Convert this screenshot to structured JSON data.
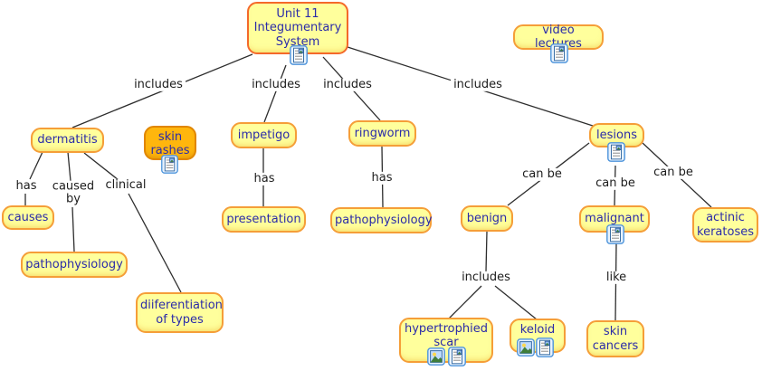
{
  "map": {
    "colors": {
      "node_fill": "#ffff9c",
      "node_border": "#f59e38",
      "root_border": "#f4692a",
      "highlight_fill": "#ffb60d",
      "highlight_border": "#e08600",
      "node_text": "#2b2ba8",
      "edge_line": "#2d2d2d",
      "label_text": "#1c1c1c",
      "icon_frame": "#4d94db"
    },
    "nodes": [
      {
        "id": "unit-11",
        "label": "Unit 11 Integumentary System",
        "icons": [
          "text-resource-icon"
        ]
      },
      {
        "id": "video-lectures",
        "label": "video lectures",
        "icons": [
          "text-resource-icon"
        ]
      },
      {
        "id": "dermatitis",
        "label": "dermatitis",
        "icons": []
      },
      {
        "id": "skin-rashes",
        "label": "skin rashes",
        "icons": [
          "text-resource-icon"
        ]
      },
      {
        "id": "impetigo",
        "label": "impetigo",
        "icons": []
      },
      {
        "id": "ringworm",
        "label": "ringworm",
        "icons": []
      },
      {
        "id": "lesions",
        "label": "lesions",
        "icons": [
          "text-resource-icon"
        ]
      },
      {
        "id": "causes",
        "label": "causes",
        "icons": []
      },
      {
        "id": "pathophysiology-dermatitis",
        "label": "pathophysiology",
        "icons": []
      },
      {
        "id": "diiferentiation-of-types",
        "label": "diiferentiation of types",
        "icons": []
      },
      {
        "id": "presentation",
        "label": "presentation",
        "icons": []
      },
      {
        "id": "pathophysiology-ringworm",
        "label": "pathophysiology",
        "icons": []
      },
      {
        "id": "benign",
        "label": "benign",
        "icons": []
      },
      {
        "id": "malignant",
        "label": "malignant",
        "icons": [
          "text-resource-icon"
        ]
      },
      {
        "id": "actinic-keratoses",
        "label": "actinic keratoses",
        "icons": []
      },
      {
        "id": "hypertrophied-scar",
        "label": "hypertrophied scar",
        "icons": [
          "image-resource-icon",
          "text-resource-icon"
        ]
      },
      {
        "id": "keloid",
        "label": "keloid",
        "icons": [
          "image-resource-icon",
          "text-resource-icon"
        ]
      },
      {
        "id": "skin-cancers",
        "label": "skin cancers",
        "icons": []
      }
    ],
    "labels": [
      {
        "text": "includes"
      },
      {
        "text": "includes"
      },
      {
        "text": "includes"
      },
      {
        "text": "includes"
      },
      {
        "text": "has"
      },
      {
        "text": "caused by"
      },
      {
        "text": "clinical"
      },
      {
        "text": "has"
      },
      {
        "text": "has"
      },
      {
        "text": "can be"
      },
      {
        "text": "can be"
      },
      {
        "text": "can be"
      },
      {
        "text": "includes"
      },
      {
        "text": "like"
      }
    ],
    "edges": [
      {
        "from": "unit-11",
        "label": "includes",
        "to": "dermatitis"
      },
      {
        "from": "unit-11",
        "label": "includes",
        "to": "impetigo"
      },
      {
        "from": "unit-11",
        "label": "includes",
        "to": "ringworm"
      },
      {
        "from": "unit-11",
        "label": "includes",
        "to": "lesions"
      },
      {
        "from": "dermatitis",
        "label": "has",
        "to": "causes"
      },
      {
        "from": "dermatitis",
        "label": "caused by",
        "to": "pathophysiology-dermatitis"
      },
      {
        "from": "dermatitis",
        "label": "clinical",
        "to": "diiferentiation-of-types"
      },
      {
        "from": "impetigo",
        "label": "has",
        "to": "presentation"
      },
      {
        "from": "ringworm",
        "label": "has",
        "to": "pathophysiology-ringworm"
      },
      {
        "from": "lesions",
        "label": "can be",
        "to": "benign"
      },
      {
        "from": "lesions",
        "label": "can be",
        "to": "malignant"
      },
      {
        "from": "lesions",
        "label": "can be",
        "to": "actinic-keratoses"
      },
      {
        "from": "benign",
        "label": "includes",
        "to": "hypertrophied-scar"
      },
      {
        "from": "benign",
        "label": "includes",
        "to": "keloid"
      },
      {
        "from": "malignant",
        "label": "like",
        "to": "skin-cancers"
      }
    ]
  }
}
